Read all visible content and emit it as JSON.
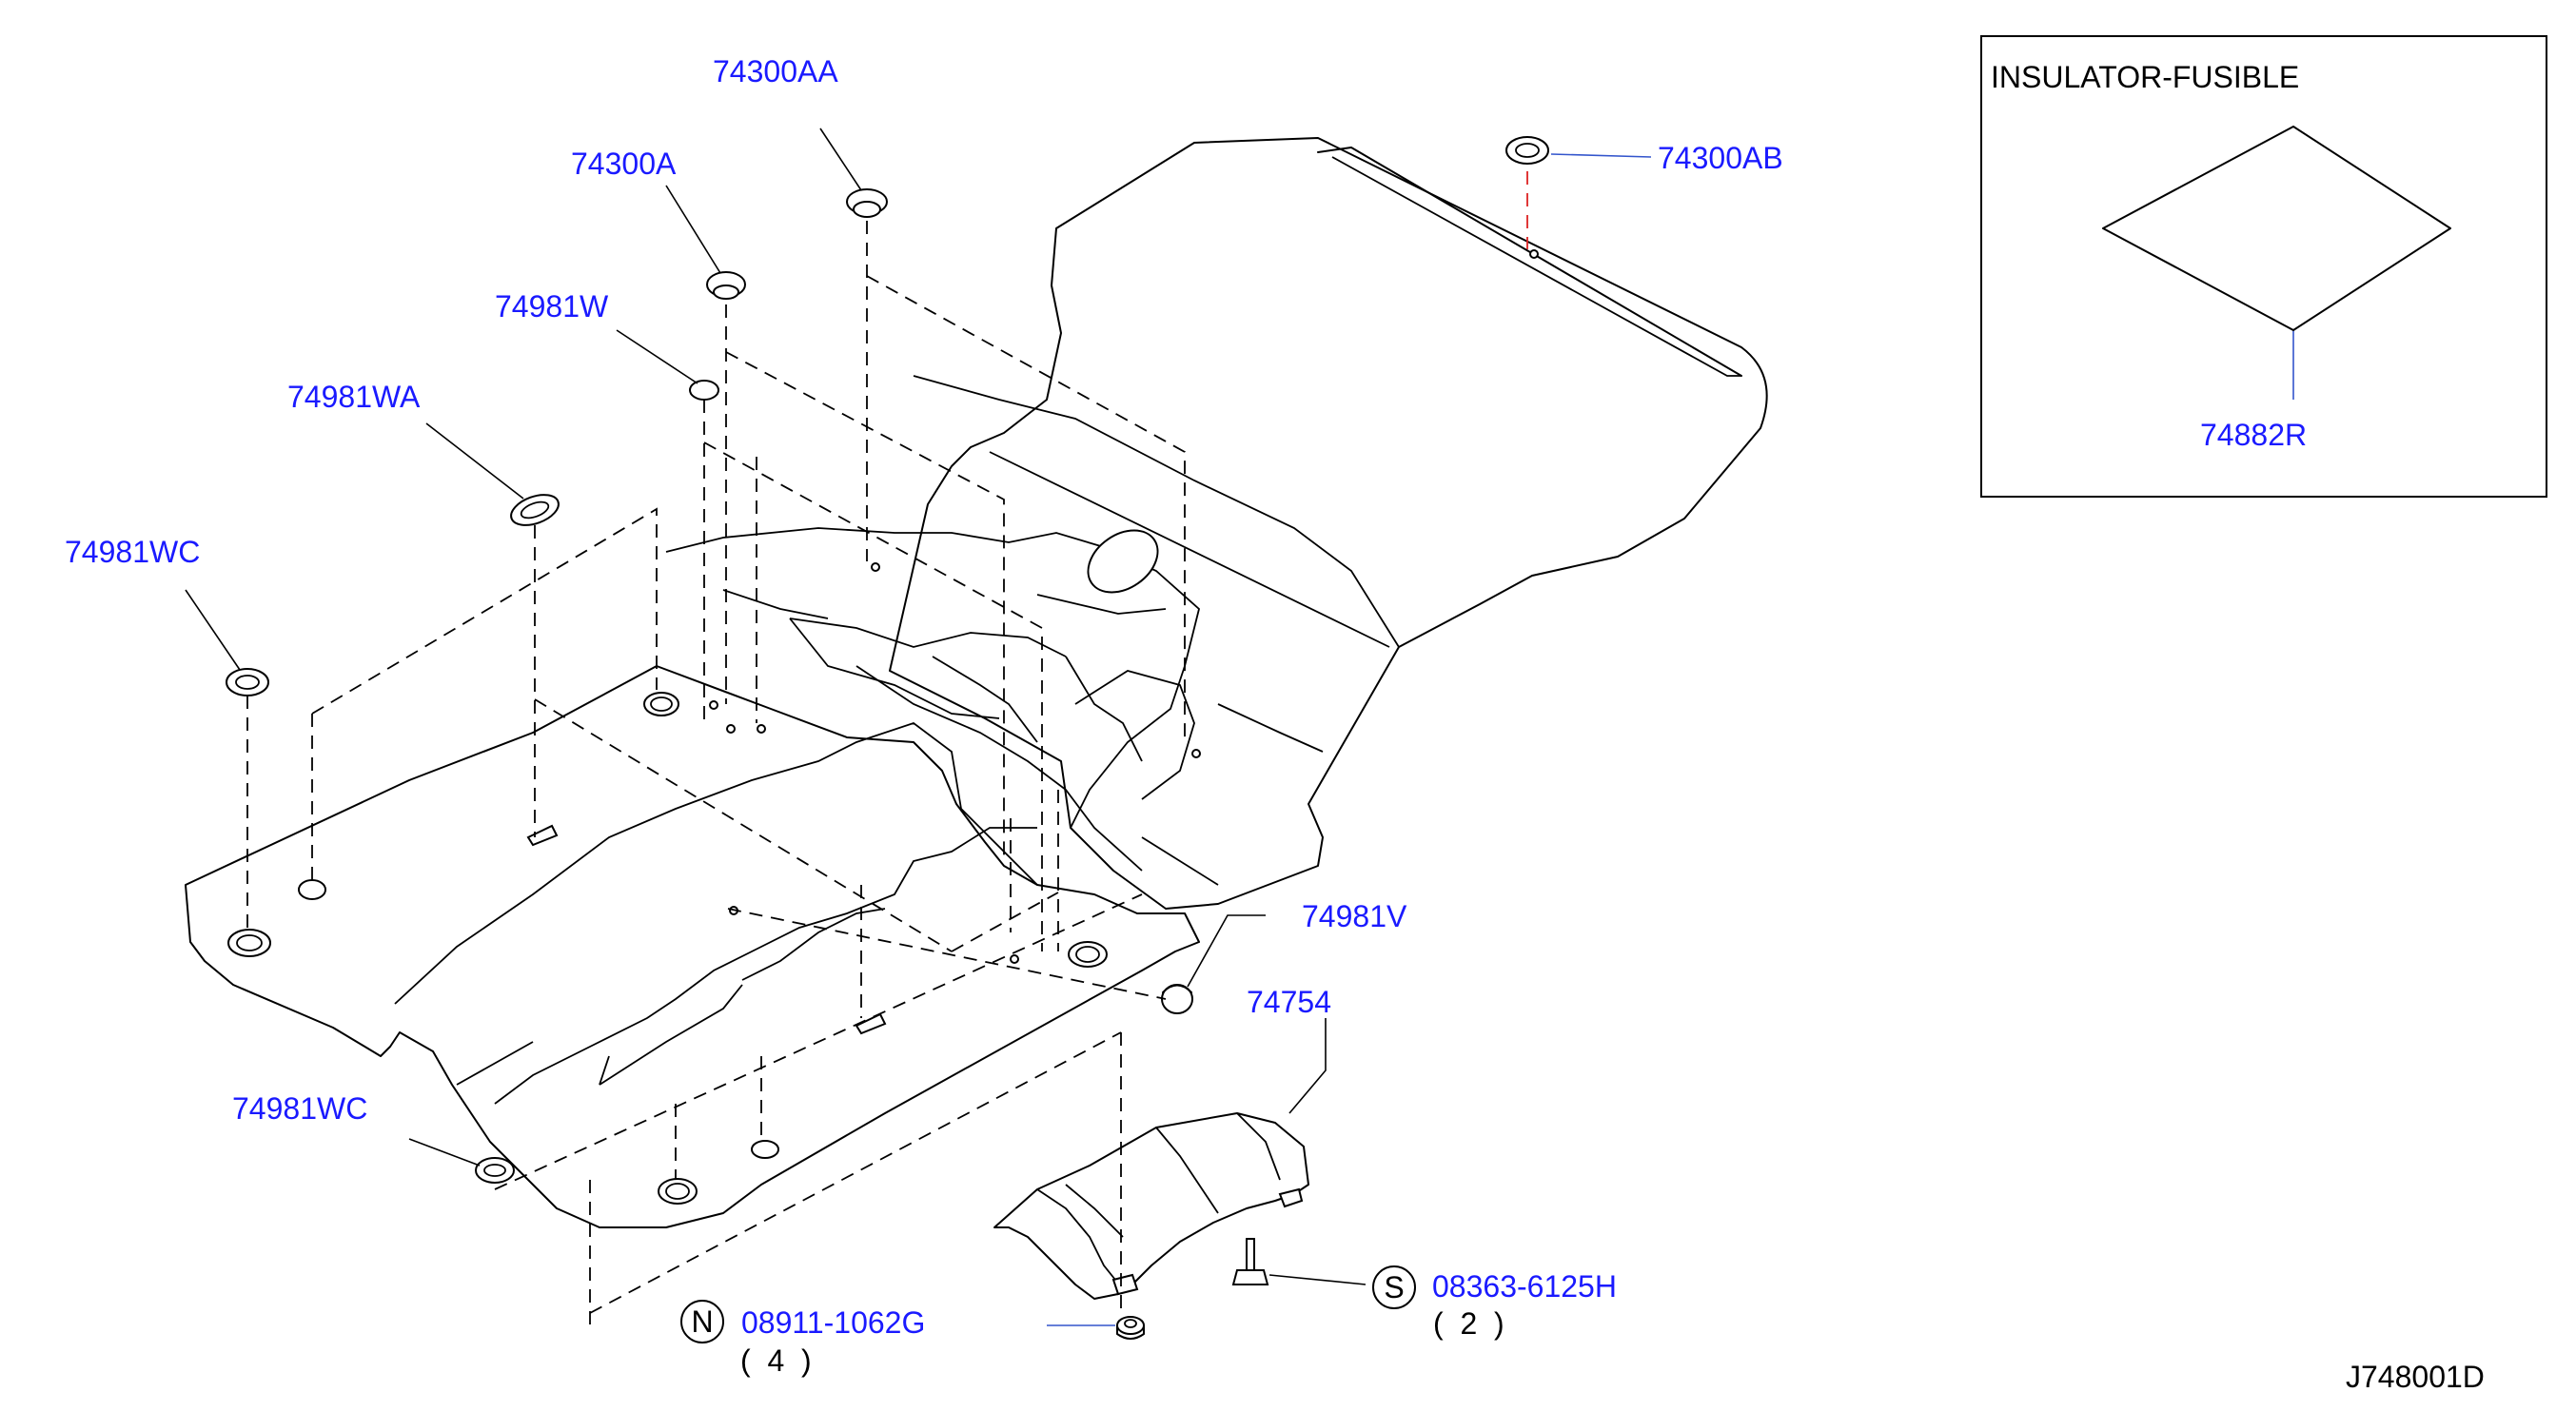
{
  "colors": {
    "label": "#1a1aff",
    "line": "#000000",
    "leader_blue": "#3355cc",
    "leader_red": "#dd2222"
  },
  "parts": {
    "p74300AA": "74300AA",
    "p74300A": "74300A",
    "p74981W": "74981W",
    "p74981WA": "74981WA",
    "p74981WC_top": "74981WC",
    "p74981WC_bottom": "74981WC",
    "p74300AB": "74300AB",
    "p74981V": "74981V",
    "p74754": "74754",
    "p08911": "08911-1062G",
    "p08363": "08363-6125H",
    "p74882R": "74882R"
  },
  "symbols": {
    "nut_symbol": "N",
    "screw_symbol": "S"
  },
  "quantities": {
    "nut_qty": "(  4  )",
    "screw_qty": "(  2  )"
  },
  "inset": {
    "title": "INSULATOR-FUSIBLE"
  },
  "diagram_code": "J748001D"
}
